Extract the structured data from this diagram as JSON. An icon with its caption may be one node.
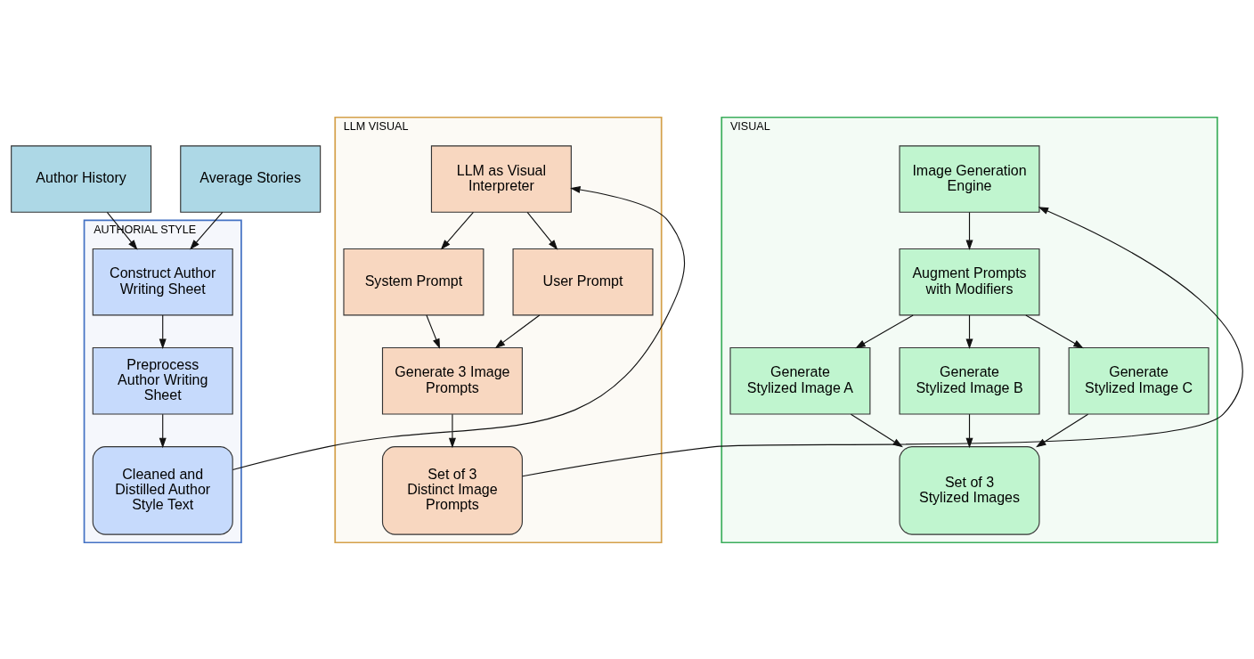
{
  "diagram": {
    "nodes": [
      {
        "text": [
          "Author History"
        ]
      },
      {
        "text": [
          "Average Stories"
        ]
      },
      {
        "text": [
          "AUTHORIAL STYLE"
        ]
      },
      {
        "text": [
          "Construct Author Writing Sheet"
        ],
        "in": 2
      },
      {
        "text": [
          "Preprocess Author Writing Sheet"
        ],
        "in": 2
      },
      {
        "text": [
          "Cleaned and Distilled Author Style Text"
        ],
        "in": 2
      },
      {
        "text": [
          "LLM VISUAL"
        ]
      },
      {
        "text": [
          "LLM as Visual Interpreter"
        ],
        "in": 6
      },
      {
        "text": [
          "System Prompt"
        ],
        "in": 6
      },
      {
        "text": [
          "User Prompt"
        ],
        "in": 6
      },
      {
        "text": [
          "Generate 3 Image Prompts"
        ],
        "in": 6
      },
      {
        "text": [
          "Set of 3 Distinct Image Prompts"
        ],
        "in": 6
      },
      {
        "text": [
          "VISUAL"
        ]
      },
      {
        "text": [
          "Image Generation Engine"
        ],
        "in": 12
      },
      {
        "text": [
          "Augment Prompts with Modifiers"
        ],
        "in": 12
      },
      {
        "text": [
          "Generate Stylized Image A"
        ],
        "in": 12
      },
      {
        "text": [
          "Generate Stylized Image B"
        ],
        "in": 12
      },
      {
        "text": [
          "Generate Stylized Image C"
        ],
        "in": 12
      },
      {
        "text": [
          "Set of 3 Stylized Images"
        ],
        "in": 12
      }
    ],
    "edges": [
      {
        "from": 0,
        "to": 3,
        "arrow": "to"
      },
      {
        "from": 1,
        "to": 3,
        "arrow": "to"
      },
      {
        "from": 3,
        "to": 4,
        "arrow": "to"
      },
      {
        "from": 4,
        "to": 5,
        "arrow": "to"
      },
      {
        "from": 5,
        "to": 7,
        "arrow": "to"
      },
      {
        "from": 7,
        "to": 8,
        "arrow": "to"
      },
      {
        "from": 7,
        "to": 9,
        "arrow": "to"
      },
      {
        "from": 8,
        "to": 10,
        "arrow": "to"
      },
      {
        "from": 9,
        "to": 10,
        "arrow": "to"
      },
      {
        "from": 10,
        "to": 11,
        "arrow": "to"
      },
      {
        "from": 11,
        "to": 13,
        "arrow": "to"
      },
      {
        "from": 13,
        "to": 14,
        "arrow": "to"
      },
      {
        "from": 14,
        "to": 15,
        "arrow": "to"
      },
      {
        "from": 14,
        "to": 16,
        "arrow": "to"
      },
      {
        "from": 14,
        "to": 17,
        "arrow": "to"
      },
      {
        "from": 15,
        "to": 18,
        "arrow": "to"
      },
      {
        "from": 16,
        "to": 18,
        "arrow": "to"
      },
      {
        "from": 17,
        "to": 18,
        "arrow": "to"
      }
    ]
  }
}
